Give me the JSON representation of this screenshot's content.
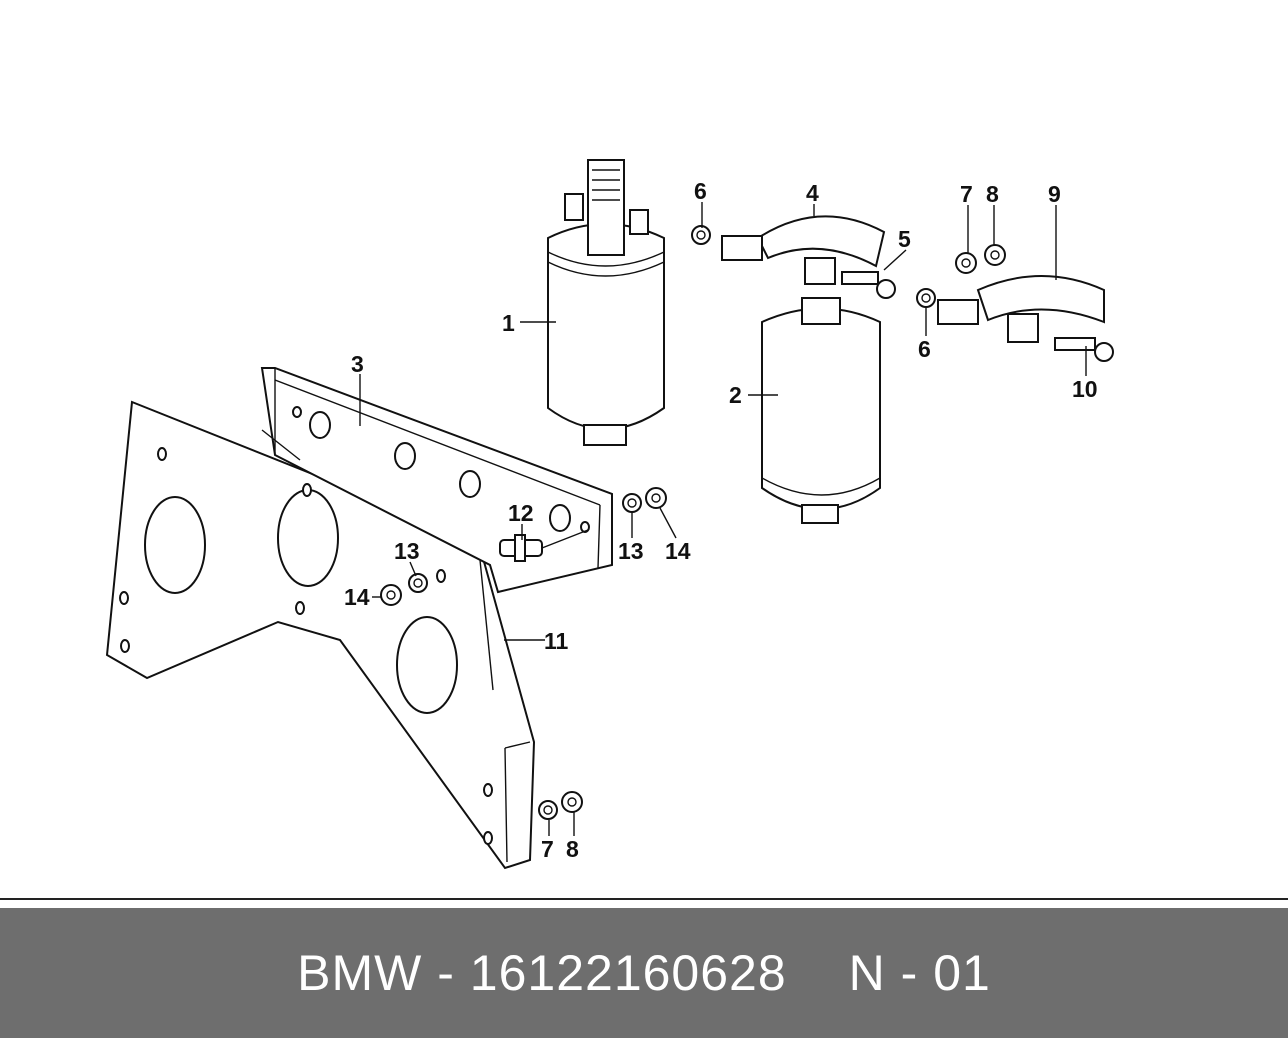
{
  "diagram": {
    "callouts": [
      "1",
      "2",
      "3",
      "4",
      "5",
      "6",
      "6",
      "7",
      "8",
      "9",
      "10",
      "11",
      "12",
      "13",
      "13",
      "14",
      "14",
      "7",
      "8"
    ]
  },
  "footer": {
    "brand_part": "BMW - 16122160628",
    "page_code": "N - 01"
  }
}
